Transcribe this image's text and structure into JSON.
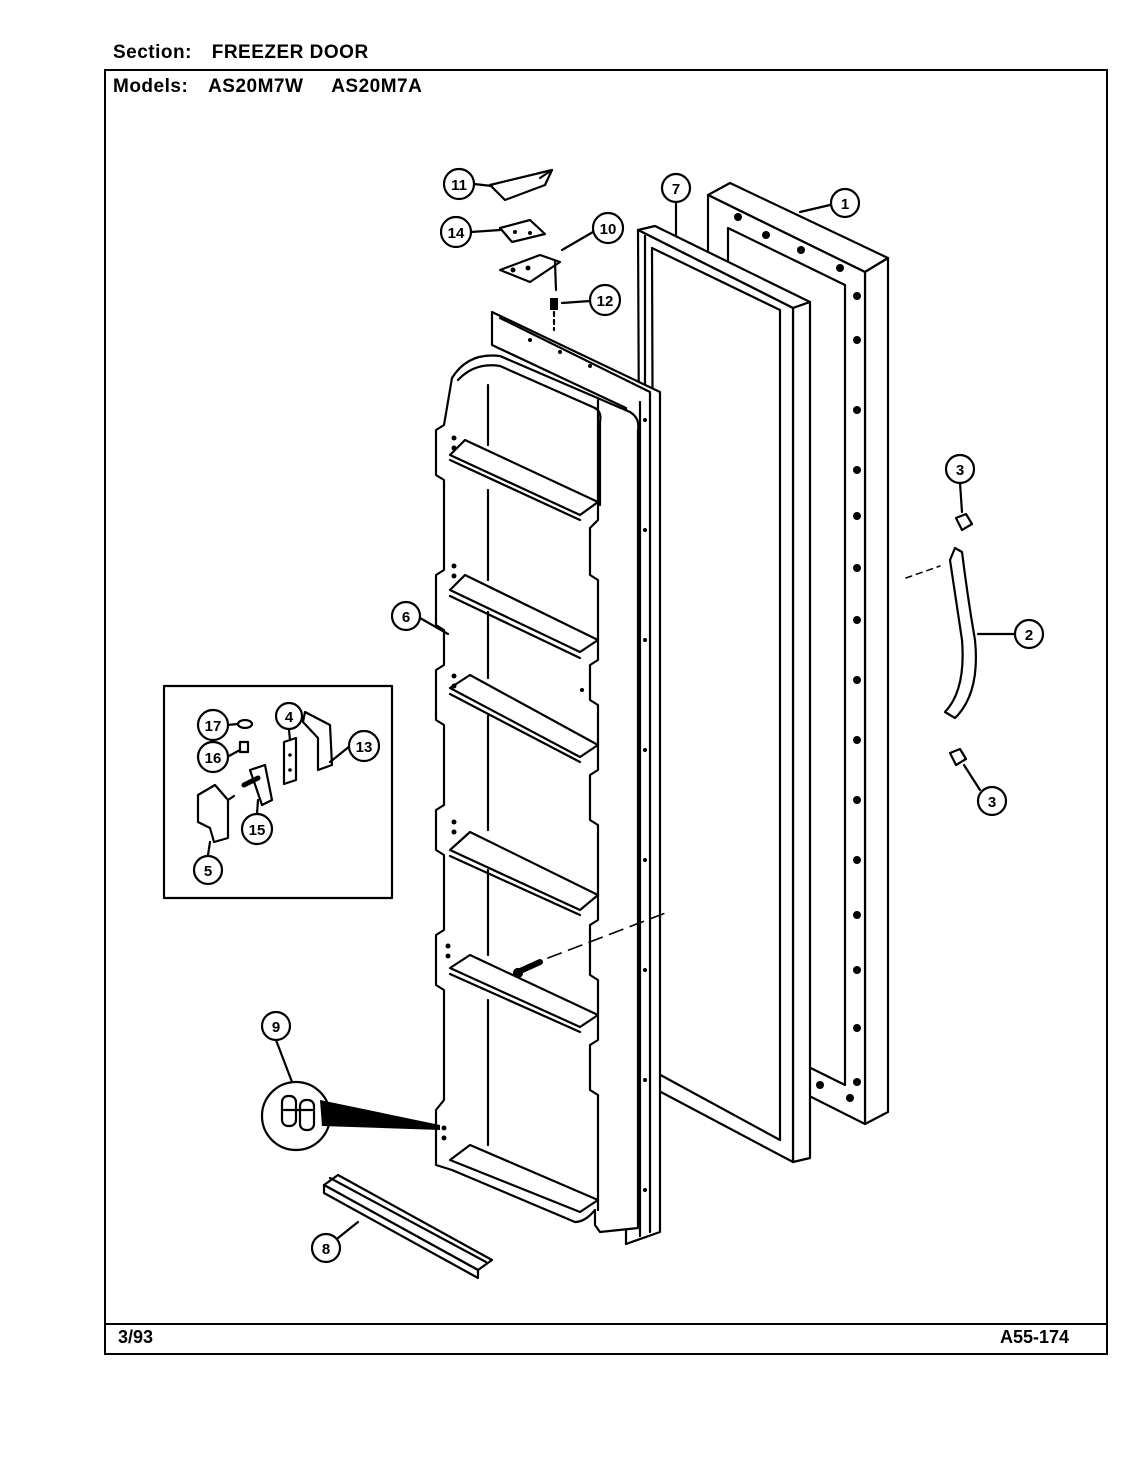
{
  "header": {
    "section_label": "Section:",
    "section_value": "FREEZER DOOR",
    "models_label": "Models:",
    "models": [
      "AS20M7W",
      "AS20M7A"
    ]
  },
  "footer": {
    "date": "3/93",
    "code": "A55-174"
  },
  "callouts": [
    "1",
    "2",
    "3",
    "3",
    "4",
    "5",
    "6",
    "7",
    "8",
    "9",
    "10",
    "11",
    "12",
    "13",
    "14",
    "15",
    "16",
    "17"
  ]
}
